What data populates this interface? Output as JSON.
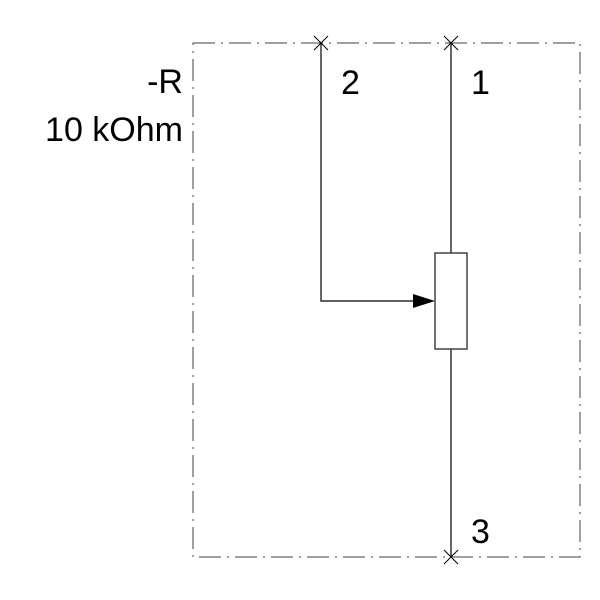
{
  "component": {
    "designation": "-R",
    "value": "10 kOhm"
  },
  "pins": [
    {
      "label": "2"
    },
    {
      "label": "1"
    },
    {
      "label": "3"
    }
  ],
  "colors": {
    "line": "#000000",
    "frame": "#404040",
    "body": "#444444"
  }
}
